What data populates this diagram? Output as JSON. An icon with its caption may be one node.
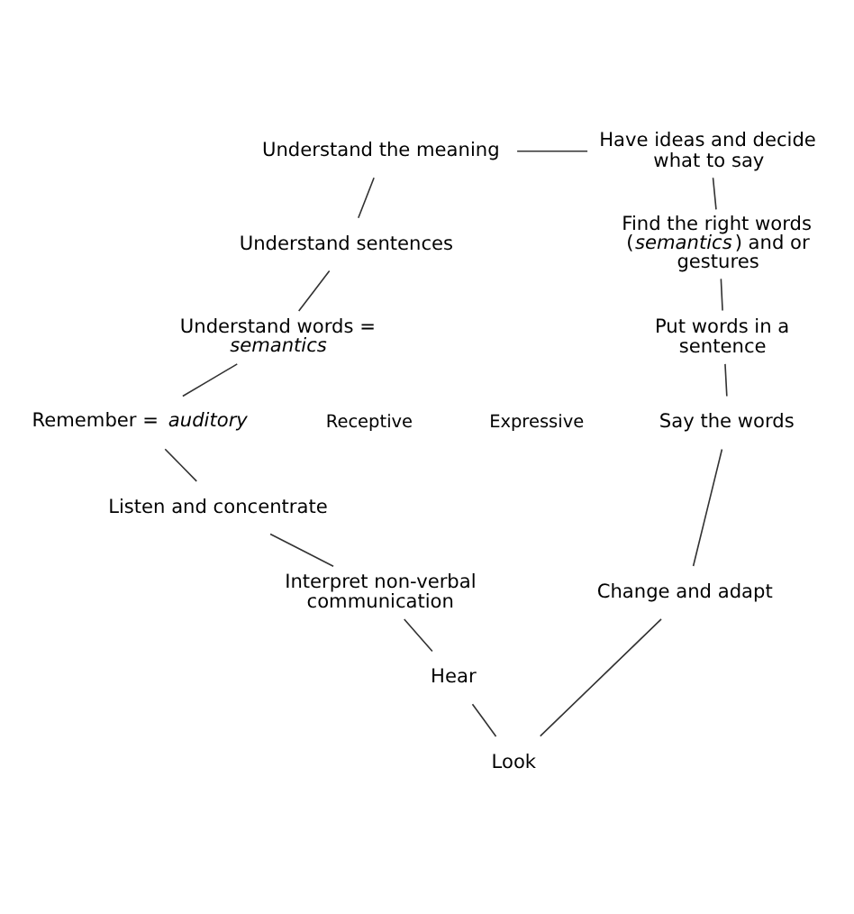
{
  "diagram": {
    "nodes": [
      {
        "text": [
          "Understand the meaning"
        ]
      },
      {
        "text": [
          "Understand sentences"
        ]
      },
      {
        "text": [
          "Understand words = *semantics*"
        ]
      },
      {
        "text": [
          "Remember = *auditory*"
        ]
      },
      {
        "text": [
          "Listen and concentrate"
        ]
      },
      {
        "text": [
          "Interpret non-verbal communication"
        ]
      },
      {
        "text": [
          "Hear"
        ]
      },
      {
        "text": [
          "Look"
        ]
      },
      {
        "text": [
          "Have ideas and decide what to say"
        ]
      },
      {
        "text": [
          "Find the right words (*semantics*) and or gestures"
        ]
      },
      {
        "text": [
          "Put words in a sentence"
        ]
      },
      {
        "text": [
          "Say the words"
        ]
      },
      {
        "text": [
          "Change and adapt"
        ]
      }
    ],
    "edges": [
      {
        "from": 0,
        "to": 1,
        "arrow": "none"
      },
      {
        "from": 1,
        "to": 2,
        "arrow": "none"
      },
      {
        "from": 2,
        "to": 3,
        "arrow": "none"
      },
      {
        "from": 3,
        "to": 4,
        "arrow": "none"
      },
      {
        "from": 4,
        "to": 5,
        "arrow": "none"
      },
      {
        "from": 5,
        "to": 6,
        "arrow": "none"
      },
      {
        "from": 6,
        "to": 7,
        "arrow": "none"
      },
      {
        "from": 0,
        "to": 8,
        "arrow": "none"
      },
      {
        "from": 8,
        "to": 9,
        "arrow": "none"
      },
      {
        "from": 9,
        "to": 10,
        "arrow": "none"
      },
      {
        "from": 10,
        "to": 11,
        "arrow": "none"
      },
      {
        "from": 11,
        "to": 12,
        "arrow": "none"
      },
      {
        "from": 12,
        "to": 7,
        "arrow": "none"
      }
    ],
    "labels": [
      "Receptive",
      "Expressive"
    ]
  }
}
